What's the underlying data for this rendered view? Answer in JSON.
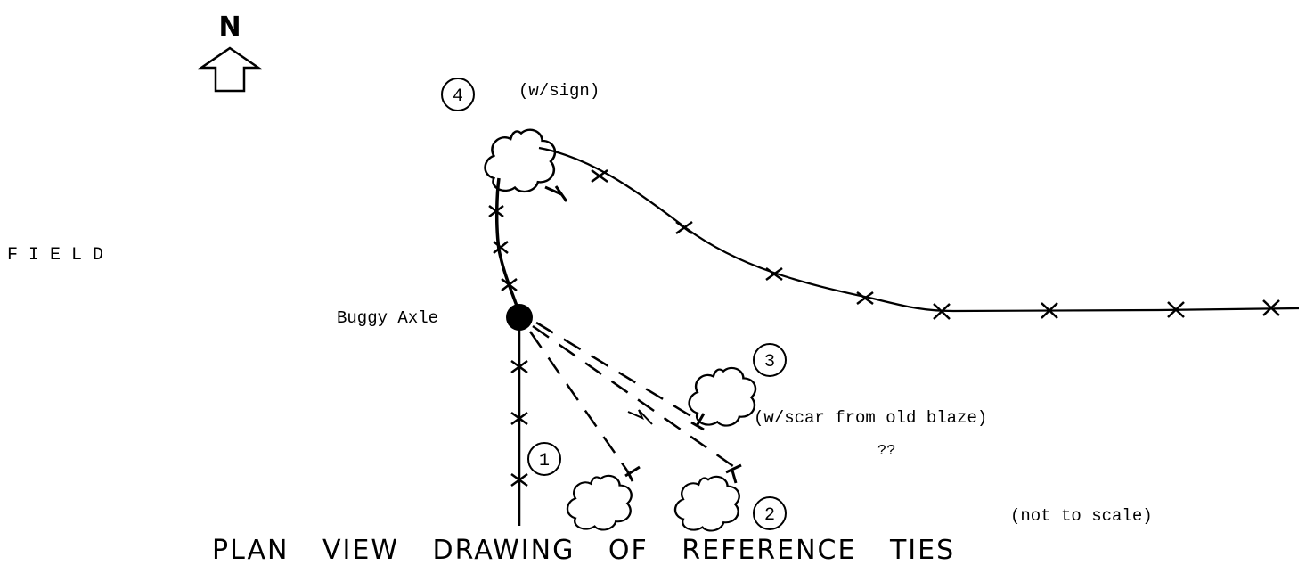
{
  "north_label": "N",
  "field_label": "F I E L D",
  "center_label": "Buggy Axle",
  "tree_4_note": "(w/sign)",
  "tree_3_note": "(w/scar from old blaze)",
  "tree_3_note2": "??",
  "scale_note": "(not to scale)",
  "title": "PLAN VIEW DRAWING OF REFERENCE TIES",
  "ties": [
    {
      "number": "1"
    },
    {
      "number": "2"
    },
    {
      "number": "3"
    },
    {
      "number": "4"
    }
  ],
  "icons": [
    "north-arrow-icon",
    "tree-icon",
    "fence-x-icon",
    "circle-number-icon"
  ]
}
